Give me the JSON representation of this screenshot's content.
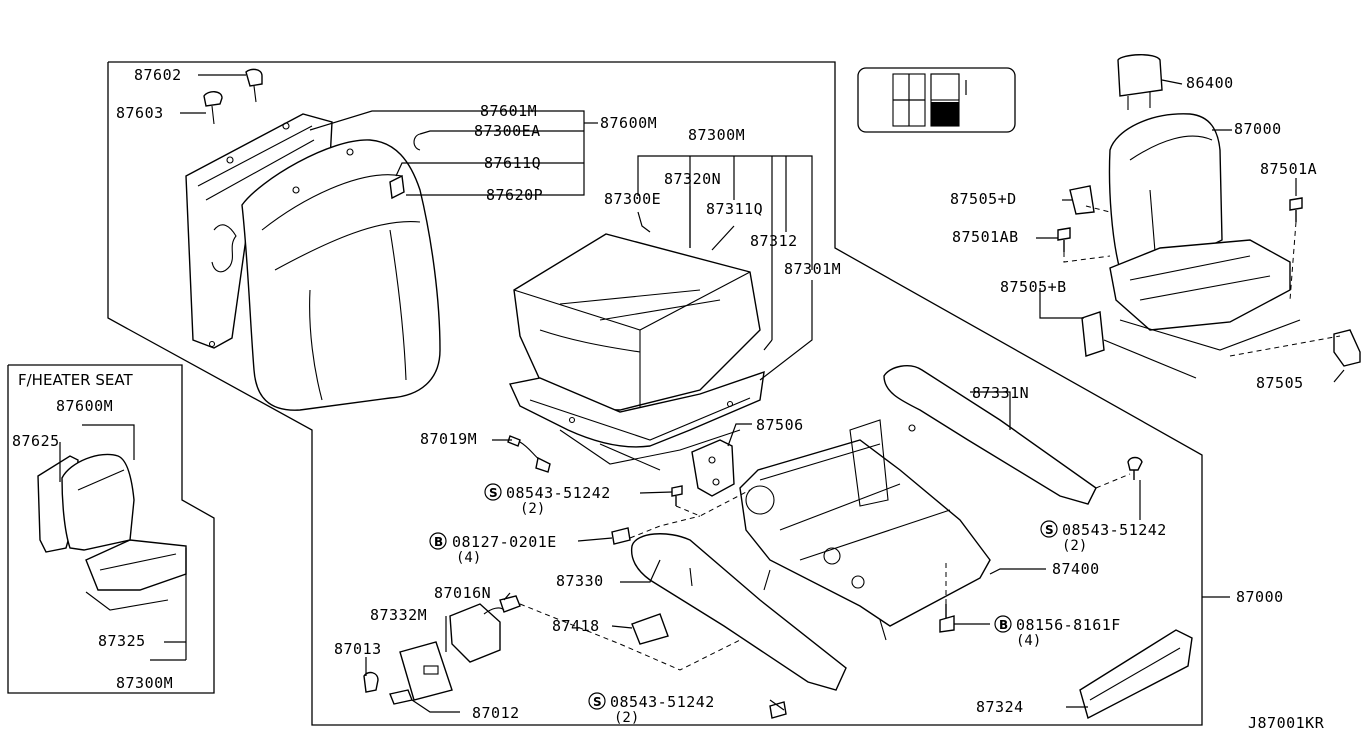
{
  "diagram_code": "J87001KR",
  "inset_title": "F/HEATER SEAT",
  "labels": {
    "p87602": "87602",
    "p87603": "87603",
    "p87601M": "87601M",
    "p87300EA": "87300EA",
    "p87600M": "87600M",
    "p87611Q": "87611Q",
    "p87620P": "87620P",
    "p87300M": "87300M",
    "p87320N": "87320N",
    "p87300E": "87300E",
    "p87311Q": "87311Q",
    "p87312": "87312",
    "p87301M": "87301M",
    "p86400": "86400",
    "p87000_top": "87000",
    "p87505D": "87505+D",
    "p87501A": "87501A",
    "p87501AB": "87501AB",
    "p87505B": "87505+B",
    "p87505": "87505",
    "p87331N": "87331N",
    "p87019M": "87019M",
    "p87506": "87506",
    "bolt1": "08543-51242",
    "bolt1_qty": "(2)",
    "bolt2": "08127-0201E",
    "bolt2_qty": "(4)",
    "bolt3": "08543-51242",
    "bolt3_qty": "(2)",
    "p87400": "87400",
    "p87000_main": "87000",
    "p87330": "87330",
    "p87016N": "87016N",
    "p87332M": "87332M",
    "p87418": "87418",
    "p87013": "87013",
    "bolt4": "08156-8161F",
    "bolt4_qty": "(4)",
    "bolt5": "08543-51242",
    "bolt5_qty": "(2)",
    "p87012": "87012",
    "p87324": "87324",
    "inset_87600M": "87600M",
    "inset_87625": "87625",
    "inset_87325": "87325",
    "inset_87300M": "87300M"
  },
  "bolt_prefix": {
    "s": "S",
    "b": "B"
  }
}
